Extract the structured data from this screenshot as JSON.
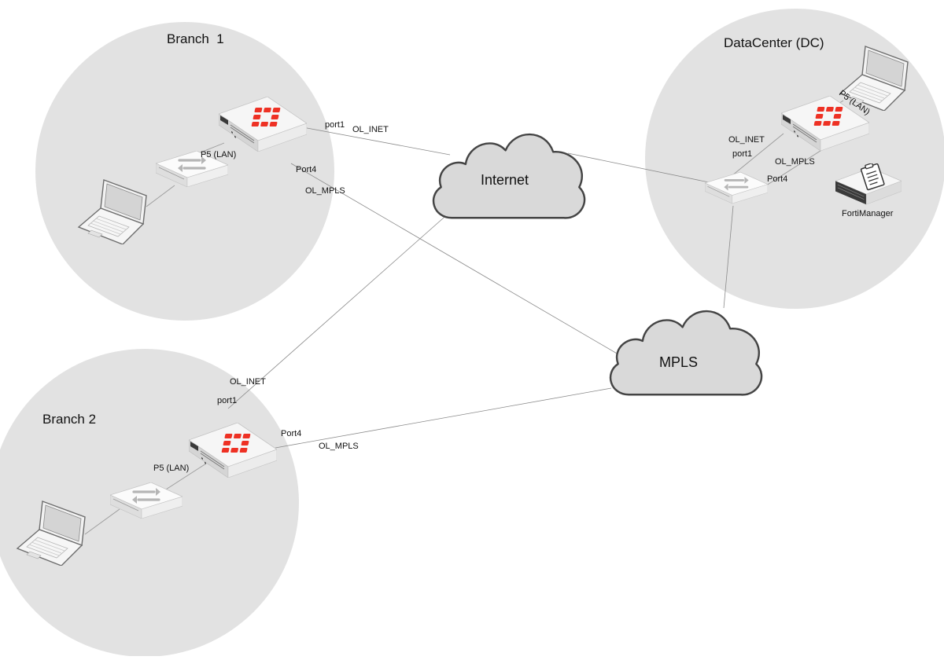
{
  "sites": {
    "branch1": {
      "title": "Branch  1"
    },
    "branch2": {
      "title": "Branch 2"
    },
    "dc": {
      "title": "DataCenter (DC)"
    }
  },
  "clouds": {
    "internet": {
      "label": "Internet"
    },
    "mpls": {
      "label": "MPLS"
    }
  },
  "labels": {
    "b1_port1": "port1",
    "b1_ol_inet": "OL_INET",
    "b1_p5": "P5 (LAN)",
    "b1_port4": "Port4",
    "b1_ol_mpls": "OL_MPLS",
    "b2_ol_inet": "OL_INET",
    "b2_port1": "port1",
    "b2_port4": "Port4",
    "b2_ol_mpls": "OL_MPLS",
    "b2_p5": "P5 (LAN)",
    "dc_p5": "P5 (LAN)",
    "dc_ol_inet": "OL_INET",
    "dc_port1": "port1",
    "dc_ol_mpls": "OL_MPLS",
    "dc_port4": "Port4",
    "fortimanager": "FortiManager"
  },
  "icons": {
    "firewall": "fortigate-firewall-icon",
    "switch": "switch-icon",
    "laptop": "laptop-icon",
    "manager": "fortimanager-appliance-icon",
    "cloud": "cloud-icon"
  },
  "colors": {
    "site_fill": "#e2e2e2",
    "cloud_fill": "#d9d9d9",
    "fortinet_red": "#ee3124",
    "device_light": "#f4f4f4",
    "device_dark": "#b8b8b8",
    "link": "#8a8a8a"
  }
}
